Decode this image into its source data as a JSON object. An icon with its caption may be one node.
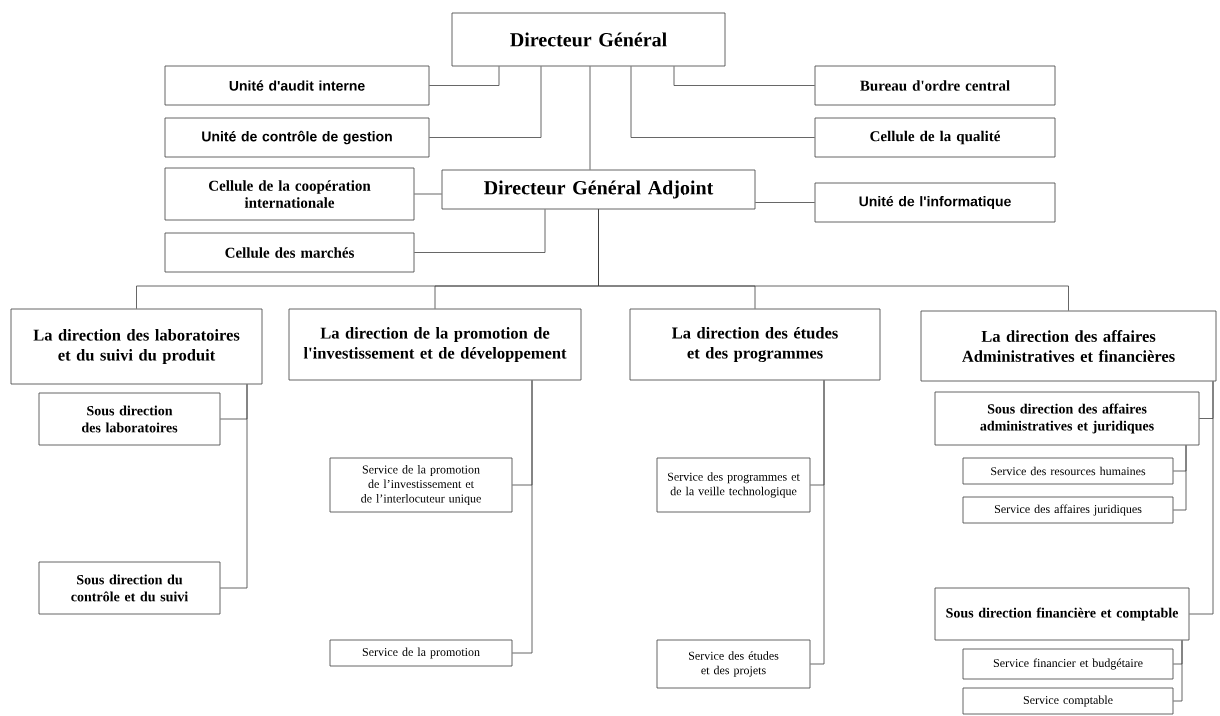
{
  "diagram": {
    "nodes": [
      {
        "text": [
          "Directeur Général"
        ]
      },
      {
        "text": [
          "Unité d'audit interne"
        ]
      },
      {
        "text": [
          "Unité de contrôle de gestion"
        ]
      },
      {
        "text": [
          "Cellule de la coopération internationale"
        ]
      },
      {
        "text": [
          "Directeur Général Adjoint"
        ]
      },
      {
        "text": [
          "Cellule des marchés"
        ]
      },
      {
        "text": [
          "Bureau d'ordre central"
        ]
      },
      {
        "text": [
          "Cellule de la qualité"
        ]
      },
      {
        "text": [
          "Unité de l'informatique"
        ]
      },
      {
        "text": [
          "La direction des laboratoires et du suivi du produit"
        ]
      },
      {
        "text": [
          "La direction de la promotion de l'investissement et de développement"
        ]
      },
      {
        "text": [
          "La direction des études et des programmes"
        ]
      },
      {
        "text": [
          "La direction des affaires Administratives et financières"
        ]
      },
      {
        "text": [
          "Sous direction des laboratoires"
        ]
      },
      {
        "text": [
          "Sous direction du contrôle et du suivi"
        ]
      },
      {
        "text": [
          "Service de la promotion de l’investissement et de l’interlocuteur unique"
        ]
      },
      {
        "text": [
          "Service de la promotion"
        ]
      },
      {
        "text": [
          "Service des programmes et de la veille technologique"
        ]
      },
      {
        "text": [
          "Service des études et des projets"
        ]
      },
      {
        "text": [
          "Sous direction des affaires administratives et juridiques"
        ]
      },
      {
        "text": [
          "Service des resources humaines"
        ]
      },
      {
        "text": [
          "Service des affaires juridiques"
        ]
      },
      {
        "text": [
          "Sous direction financière et comptable"
        ]
      },
      {
        "text": [
          "Service financier et budgétaire"
        ]
      },
      {
        "text": [
          "Service comptable"
        ]
      }
    ],
    "edges": [
      {
        "from": 0,
        "to": 1,
        "arrow": "none"
      },
      {
        "from": 0,
        "to": 2,
        "arrow": "none"
      },
      {
        "from": 0,
        "to": 4,
        "arrow": "none"
      },
      {
        "from": 0,
        "to": 6,
        "arrow": "none"
      },
      {
        "from": 0,
        "to": 7,
        "arrow": "none"
      },
      {
        "from": 4,
        "to": 3,
        "arrow": "none"
      },
      {
        "from": 4,
        "to": 5,
        "arrow": "none"
      },
      {
        "from": 4,
        "to": 8,
        "arrow": "none"
      },
      {
        "from": 4,
        "to": 9,
        "arrow": "none"
      },
      {
        "from": 4,
        "to": 10,
        "arrow": "none"
      },
      {
        "from": 4,
        "to": 11,
        "arrow": "none"
      },
      {
        "from": 4,
        "to": 12,
        "arrow": "none"
      },
      {
        "from": 9,
        "to": 13,
        "arrow": "none"
      },
      {
        "from": 9,
        "to": 14,
        "arrow": "none"
      },
      {
        "from": 10,
        "to": 15,
        "arrow": "none"
      },
      {
        "from": 10,
        "to": 16,
        "arrow": "none"
      },
      {
        "from": 11,
        "to": 17,
        "arrow": "none"
      },
      {
        "from": 11,
        "to": 18,
        "arrow": "none"
      },
      {
        "from": 12,
        "to": 19,
        "arrow": "none"
      },
      {
        "from": 12,
        "to": 22,
        "arrow": "none"
      },
      {
        "from": 19,
        "to": 20,
        "arrow": "none"
      },
      {
        "from": 19,
        "to": 21,
        "arrow": "none"
      },
      {
        "from": 22,
        "to": 23,
        "arrow": "none"
      },
      {
        "from": 22,
        "to": 24,
        "arrow": "none"
      }
    ]
  }
}
